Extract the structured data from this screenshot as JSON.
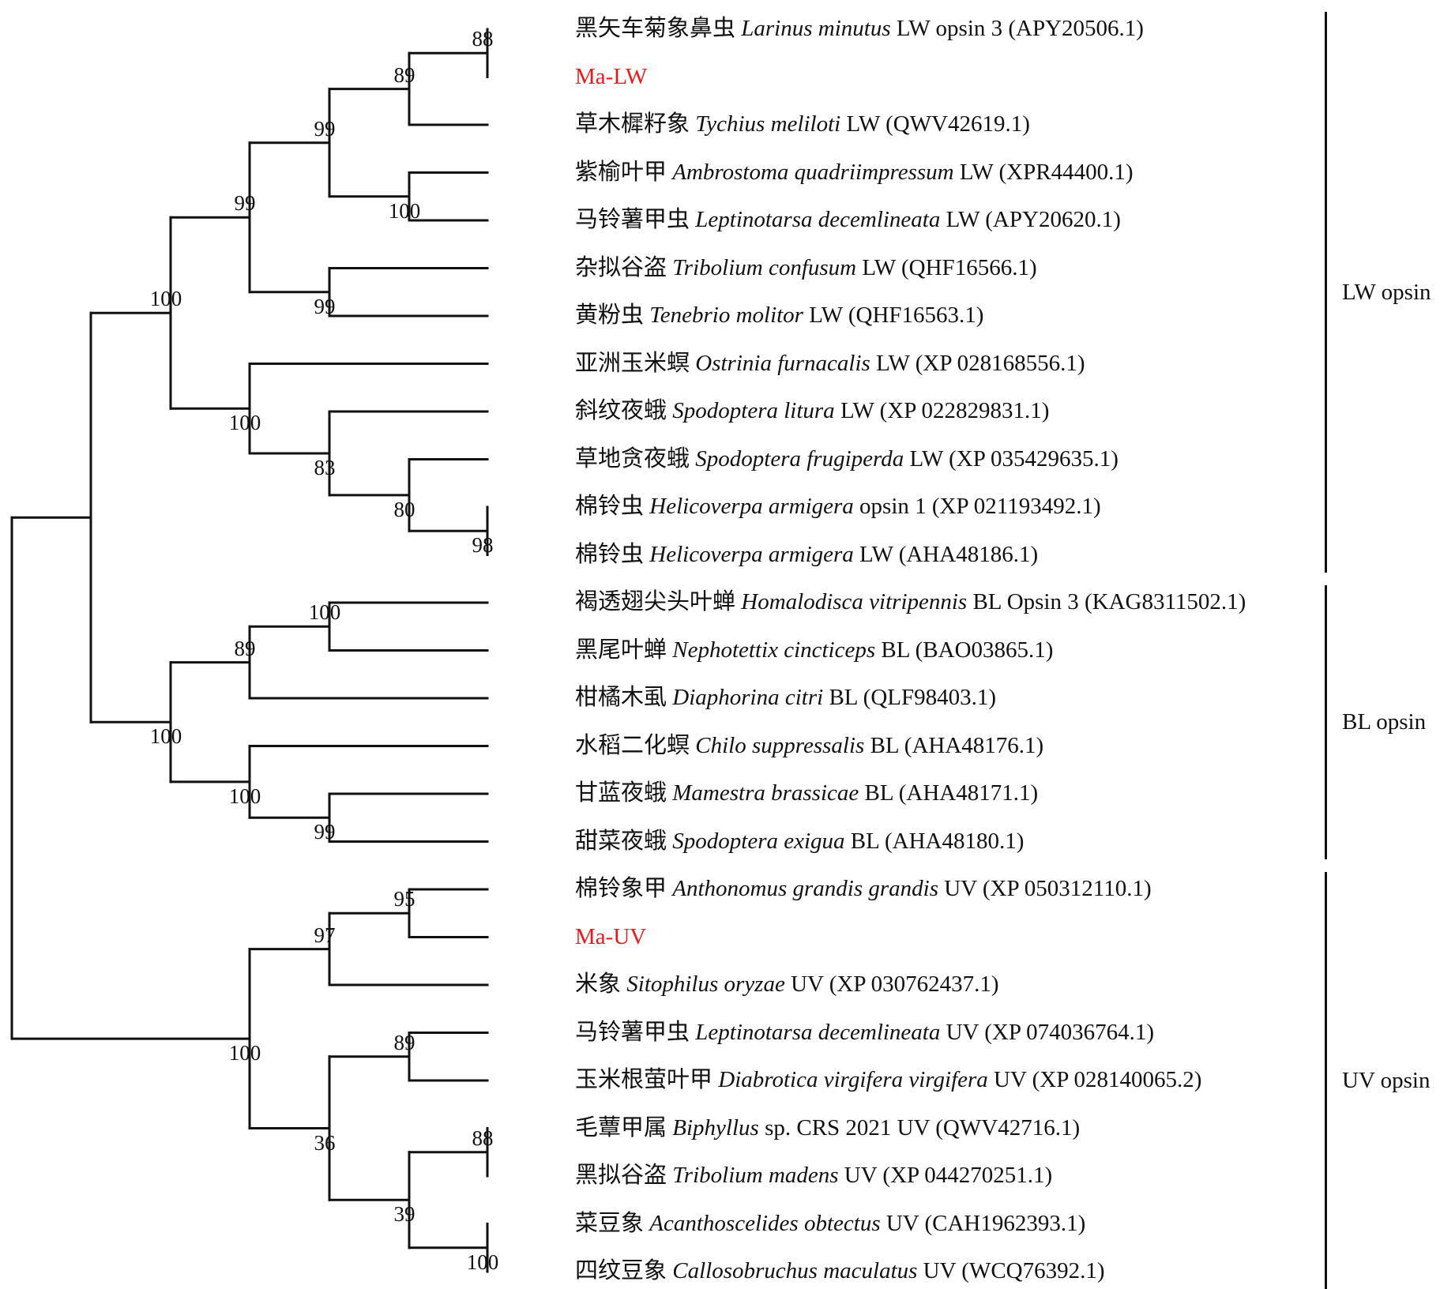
{
  "colors": {
    "line": "#111111",
    "highlight": "#e8191c"
  },
  "leaves": [
    {
      "zh": "黑矢车菊象鼻虫",
      "species": "Larinus minutus",
      "suffix": "LW opsin 3 (APY20506.1)"
    },
    {
      "zh": "",
      "species": "",
      "suffix": "Ma-LW",
      "highlight": true
    },
    {
      "zh": "草木樨籽象",
      "species": "Tychius meliloti",
      "suffix": "LW (QWV42619.1)"
    },
    {
      "zh": "紫榆叶甲",
      "species": "Ambrostoma quadriimpressum",
      "suffix": "LW (XPR44400.1)"
    },
    {
      "zh": "马铃薯甲虫",
      "species": "Leptinotarsa decemlineata",
      "suffix": "LW (APY20620.1)"
    },
    {
      "zh": "杂拟谷盗",
      "species": "Tribolium confusum",
      "suffix": "LW (QHF16566.1)"
    },
    {
      "zh": "黄粉虫",
      "species": "Tenebrio molitor",
      "suffix": "LW (QHF16563.1)"
    },
    {
      "zh": "亚洲玉米螟",
      "species": "Ostrinia furnacalis",
      "suffix": "LW (XP 028168556.1)"
    },
    {
      "zh": "斜纹夜蛾",
      "species": "Spodoptera litura",
      "suffix": "LW (XP 022829831.1)"
    },
    {
      "zh": "草地贪夜蛾",
      "species": "Spodoptera frugiperda",
      "suffix": "LW (XP 035429635.1)"
    },
    {
      "zh": "棉铃虫",
      "species": "Helicoverpa armigera",
      "suffix": "opsin 1 (XP 021193492.1)"
    },
    {
      "zh": "棉铃虫",
      "species": "Helicoverpa armigera",
      "suffix": "LW (AHA48186.1)"
    },
    {
      "zh": "褐透翅尖头叶蝉",
      "species": "Homalodisca vitripennis",
      "suffix": "BL Opsin 3 (KAG8311502.1)"
    },
    {
      "zh": "黑尾叶蝉",
      "species": "Nephotettix cincticeps",
      "suffix": "BL (BAO03865.1)"
    },
    {
      "zh": "柑橘木虱",
      "species": "Diaphorina citri",
      "suffix": "BL (QLF98403.1)"
    },
    {
      "zh": "水稻二化螟",
      "species": "Chilo suppressalis",
      "suffix": "BL (AHA48176.1)"
    },
    {
      "zh": "甘蓝夜蛾",
      "species": "Mamestra brassicae",
      "suffix": "BL (AHA48171.1)"
    },
    {
      "zh": "甜菜夜蛾",
      "species": "Spodoptera exigua",
      "suffix": "BL (AHA48180.1)"
    },
    {
      "zh": "棉铃象甲",
      "species": "Anthonomus grandis grandis",
      "suffix": "UV (XP 050312110.1)"
    },
    {
      "zh": "",
      "species": "",
      "suffix": "Ma-UV",
      "highlight": true
    },
    {
      "zh": "米象",
      "species": "Sitophilus oryzae",
      "suffix": "UV (XP 030762437.1)"
    },
    {
      "zh": "马铃薯甲虫",
      "species": "Leptinotarsa decemlineata",
      "suffix": "UV (XP 074036764.1)"
    },
    {
      "zh": "玉米根萤叶甲",
      "species": "Diabrotica virgifera virgifera",
      "suffix": "UV (XP 028140065.2)"
    },
    {
      "zh": "毛蕈甲属",
      "species": "Biphyllus",
      "suffix": "sp. CRS 2021 UV (QWV42716.1)"
    },
    {
      "zh": "黑拟谷盗",
      "species": "Tribolium madens",
      "suffix": "UV (XP 044270251.1)"
    },
    {
      "zh": "菜豆象",
      "species": "Acanthoscelides obtectus",
      "suffix": "UV (CAH1962393.1)"
    },
    {
      "zh": "四纹豆象",
      "species": "Callosobruchus maculatus",
      "suffix": "UV (WCQ76392.1)"
    }
  ],
  "tree": {
    "id": "root",
    "children": [
      {
        "id": "n100a",
        "support": "100",
        "pos": "above",
        "children": [
          {
            "id": "n99a",
            "support": "99",
            "pos": "above",
            "children": [
              {
                "id": "n99b",
                "support": "99",
                "pos": "above",
                "children": [
                  {
                    "id": "n89a",
                    "support": "89",
                    "pos": "above",
                    "children": [
                      {
                        "id": "n88a",
                        "support": "88",
                        "pos": "above",
                        "children": [
                          {
                            "leaf": 0
                          },
                          {
                            "leaf": 1
                          }
                        ]
                      },
                      {
                        "leaf": 2
                      }
                    ]
                  },
                  {
                    "id": "n100b",
                    "support": "100",
                    "pos": "below",
                    "children": [
                      {
                        "leaf": 3
                      },
                      {
                        "leaf": 4
                      }
                    ]
                  }
                ]
              },
              {
                "id": "n99c",
                "support": "99",
                "pos": "below",
                "children": [
                  {
                    "leaf": 5
                  },
                  {
                    "leaf": 6
                  }
                ]
              }
            ]
          },
          {
            "id": "n100c",
            "support": "100",
            "pos": "below",
            "children": [
              {
                "leaf": 7
              },
              {
                "id": "n83",
                "support": "83",
                "pos": "below",
                "children": [
                  {
                    "leaf": 8
                  },
                  {
                    "id": "n80",
                    "support": "80",
                    "pos": "below",
                    "children": [
                      {
                        "leaf": 9
                      },
                      {
                        "id": "n98",
                        "support": "98",
                        "pos": "below",
                        "children": [
                          {
                            "leaf": 10
                          },
                          {
                            "leaf": 11
                          }
                        ]
                      }
                    ]
                  }
                ]
              }
            ]
          }
        ]
      },
      {
        "id": "n100d",
        "support": "100",
        "pos": "below",
        "children": [
          {
            "id": "n89b",
            "support": "89",
            "pos": "above",
            "children": [
              {
                "id": "n100e",
                "support": "100",
                "pos": "above",
                "children": [
                  {
                    "leaf": 12
                  },
                  {
                    "leaf": 13
                  }
                ]
              },
              {
                "leaf": 14
              }
            ]
          },
          {
            "id": "n100f",
            "support": "100",
            "pos": "below",
            "children": [
              {
                "leaf": 15
              },
              {
                "id": "n99d",
                "support": "99",
                "pos": "below",
                "children": [
                  {
                    "leaf": 16
                  },
                  {
                    "leaf": 17
                  }
                ]
              }
            ]
          }
        ]
      }
    ],
    "uv": {
      "id": "n100g",
      "support": "100",
      "pos": "below",
      "children": [
        {
          "id": "n97",
          "support": "97",
          "pos": "above",
          "children": [
            {
              "id": "n95",
              "support": "95",
              "pos": "above",
              "children": [
                {
                  "leaf": 18
                },
                {
                  "leaf": 19
                }
              ]
            },
            {
              "leaf": 20
            }
          ]
        },
        {
          "id": "n36",
          "support": "36",
          "pos": "below",
          "children": [
            {
              "id": "n89c",
              "support": "89",
              "pos": "above",
              "children": [
                {
                  "leaf": 21
                },
                {
                  "leaf": 22
                }
              ]
            },
            {
              "id": "n39",
              "support": "39",
              "pos": "below",
              "children": [
                {
                  "id": "n88b",
                  "support": "88",
                  "pos": "above",
                  "children": [
                    {
                      "leaf": 23
                    },
                    {
                      "leaf": 24
                    }
                  ]
                },
                {
                  "id": "n100h",
                  "support": "100",
                  "pos": "below",
                  "children": [
                    {
                      "leaf": 25
                    },
                    {
                      "leaf": 26
                    }
                  ]
                }
              ]
            }
          ]
        }
      ]
    }
  },
  "groups": [
    {
      "label": "LW opsin",
      "from": 0,
      "to": 11
    },
    {
      "label": "BL opsin",
      "from": 12,
      "to": 17
    },
    {
      "label": "UV opsin",
      "from": 18,
      "to": 26
    }
  ]
}
